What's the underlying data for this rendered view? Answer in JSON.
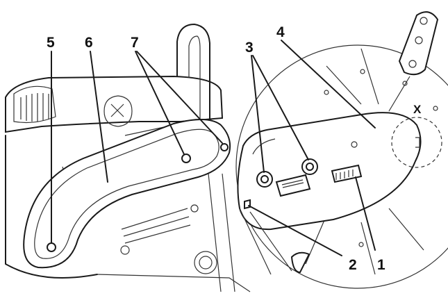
{
  "figure": {
    "callouts": [
      {
        "id": "c1",
        "text": "1"
      },
      {
        "id": "c2",
        "text": "2"
      },
      {
        "id": "c3",
        "text": "3"
      },
      {
        "id": "c4",
        "text": "4"
      },
      {
        "id": "c5",
        "text": "5"
      },
      {
        "id": "c6",
        "text": "6"
      },
      {
        "id": "c7",
        "text": "7"
      },
      {
        "id": "cx",
        "text": "X"
      }
    ]
  }
}
